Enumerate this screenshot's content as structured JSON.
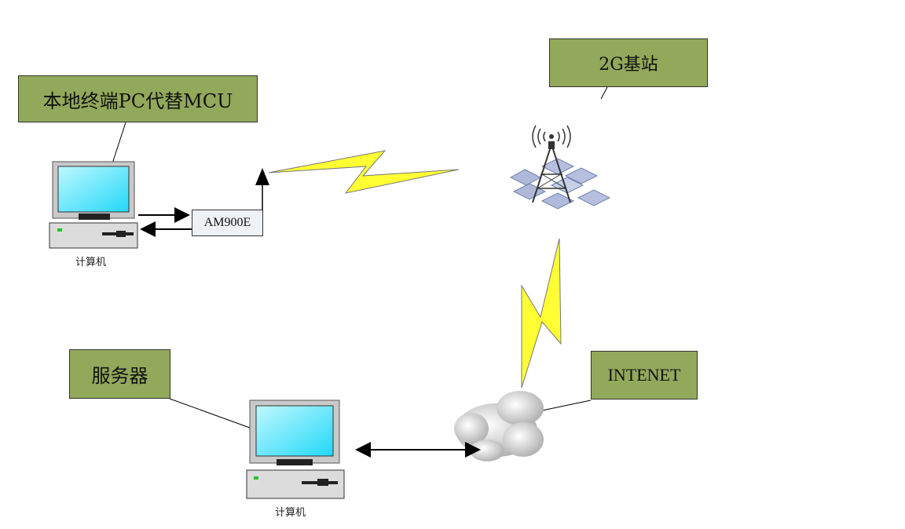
{
  "labels": {
    "local_terminal": "本地终端PC代替MCU",
    "base_station": "2G基站",
    "server": "服务器",
    "internet": "INTENET",
    "module": "AM900E",
    "computer_caption_1": "计算机",
    "computer_caption_2": "计算机"
  },
  "colors": {
    "callout_fill": "#92a85a",
    "lightning": "#ffff33",
    "screen": "#33dfff"
  }
}
